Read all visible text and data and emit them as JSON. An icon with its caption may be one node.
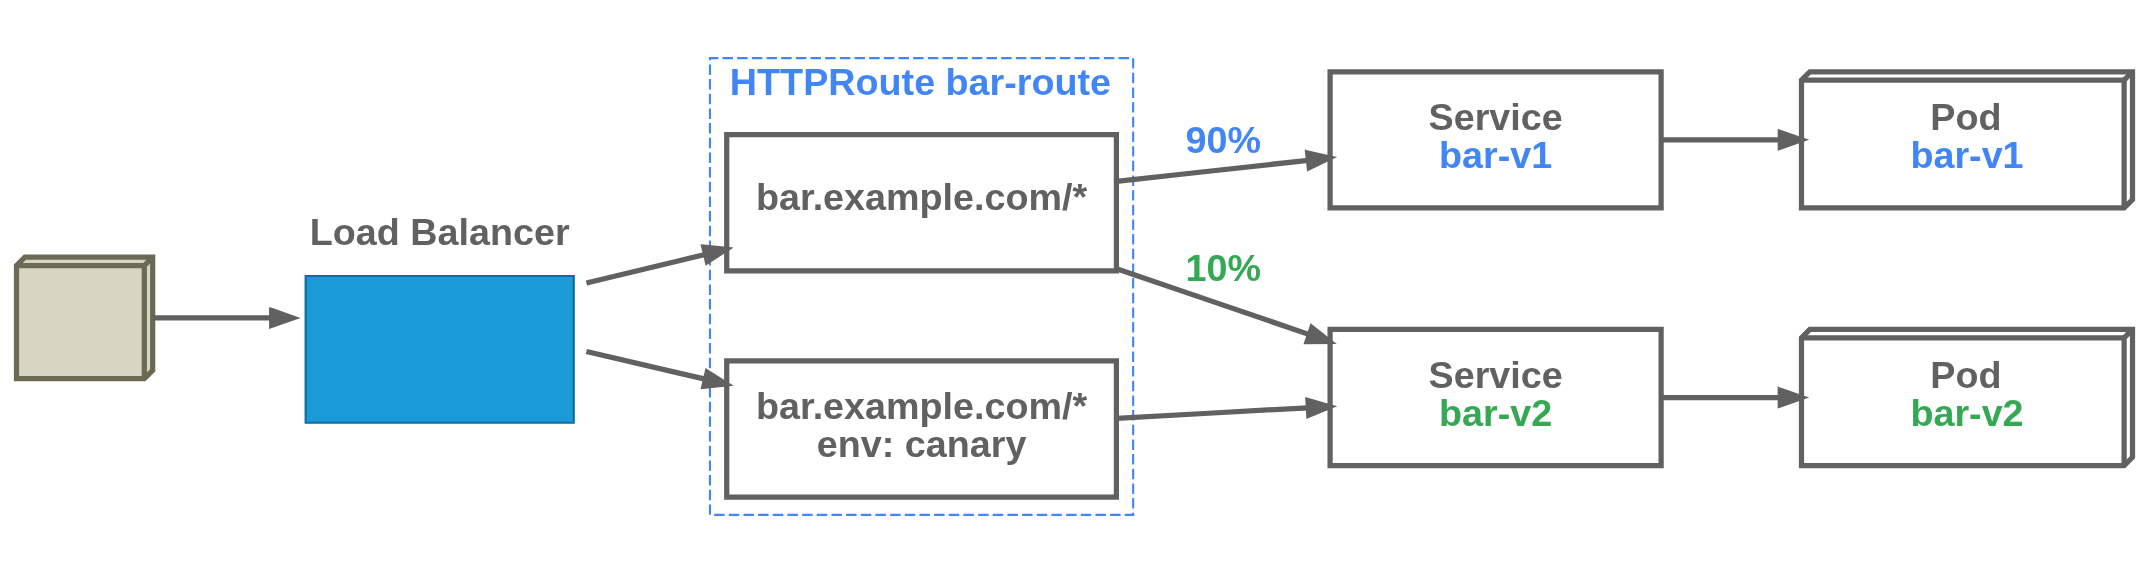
{
  "diagram": {
    "nodes": [
      {
        "text": [],
        "shape": "picture"
      },
      {
        "text": [
          "Load Balancer"
        ]
      },
      {
        "text": [
          "HTTPRoute bar-route"
        ]
      },
      {
        "text": [
          "bar.example.com/*"
        ],
        "in": 2
      },
      {
        "text": [
          "bar.example.com/*",
          "env: canary"
        ],
        "in": 2
      },
      {
        "text": [
          "Service",
          "bar-v1"
        ]
      },
      {
        "text": [
          "Pod",
          "bar-v1"
        ]
      },
      {
        "text": [
          "Service",
          "bar-v2"
        ]
      },
      {
        "text": [
          "Pod",
          "bar-v2"
        ]
      }
    ],
    "edges": [
      {
        "from": 0,
        "to": 1,
        "arrow": "to"
      },
      {
        "from": 1,
        "to": 3,
        "arrow": "to"
      },
      {
        "from": 1,
        "to": 4,
        "arrow": "to"
      },
      {
        "from": 3,
        "to": 5,
        "arrow": "to",
        "label": "90%"
      },
      {
        "from": 3,
        "to": 7,
        "arrow": "to",
        "label": "10%"
      },
      {
        "from": 4,
        "to": 7,
        "arrow": "to"
      },
      {
        "from": 5,
        "to": 6,
        "arrow": "to"
      },
      {
        "from": 7,
        "to": 8,
        "arrow": "to"
      }
    ]
  }
}
